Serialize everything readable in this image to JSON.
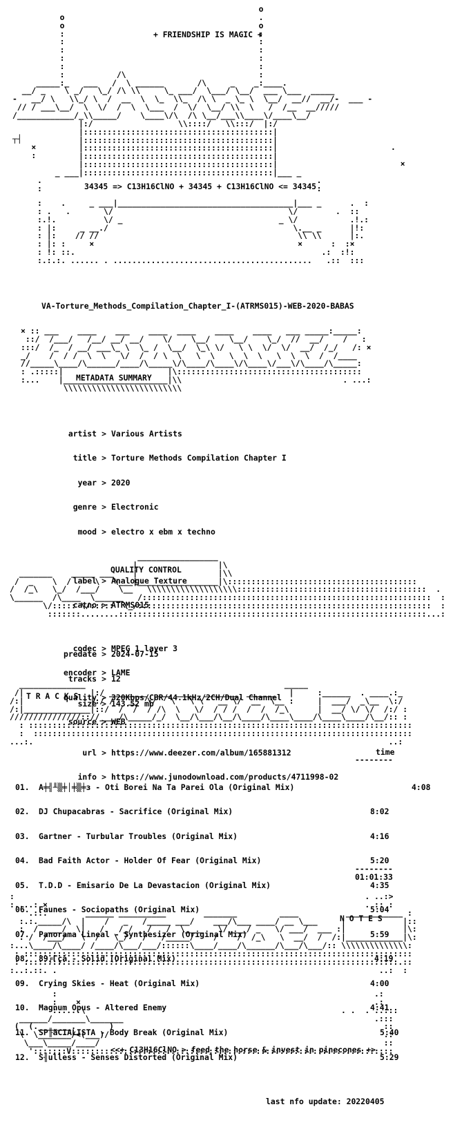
{
  "header": {
    "banner_text": "+ FRIENDSHIP IS MAGIC +",
    "formula_line": "34345 => C13H16ClNO + 34345 + C13H16ClNO <= 34345"
  },
  "release_name": "VA-Torture_Methods_Compilation_Chapter_I-(ATRMS015)-WEB-2020-BABAS",
  "metadata": {
    "section_title": "METADATA SUMMARY",
    "groups": [
      [
        {
          "key": "artist",
          "value": "Various Artists"
        },
        {
          "key": "title",
          "value": "Torture Methods Compilation Chapter I"
        },
        {
          "key": "year",
          "value": "2020"
        },
        {
          "key": "genre",
          "value": "Electronic"
        },
        {
          "key": "mood",
          "value": "electro x ebm x techno"
        }
      ],
      [
        {
          "key": "label",
          "value": "Analogue Texture"
        },
        {
          "key": "catno",
          "value": "ATRMS015"
        }
      ],
      [
        {
          "key": "predate",
          "value": "2024-07-15"
        },
        {
          "key": "tracks",
          "value": "12"
        },
        {
          "key": "size",
          "value": "143.52 mb"
        }
      ],
      [
        {
          "key": "url",
          "value": "https://www.deezer.com/album/165881312"
        },
        {
          "key": "info",
          "value": "https://www.junodownload.com/products/4711998-02"
        }
      ]
    ]
  },
  "quality": {
    "section_title": "QUALITY CONTROL",
    "rows": [
      {
        "key": "codec",
        "value": "MPEG 1 layer 3"
      },
      {
        "key": "encoder",
        "value": "LAME"
      },
      {
        "key": "quality",
        "value": "320Kbps/CBR/44.1kHz/2CH/Dual Channel"
      },
      {
        "key": "source",
        "value": "WEB"
      }
    ]
  },
  "tracks": {
    "section_title": "T R A C K S",
    "time_header": "time",
    "total": "01:01:33",
    "list": [
      {
        "num": "01.",
        "title": "A╪╣╨▒╪│╪▒╪з - Oti Borei Na Ta Parei Ola (Original Mix)",
        "time": "4:08"
      },
      {
        "num": "02.",
        "title": "DJ Chupacabras - Sacrifice (Original Mix)",
        "time": "8:02"
      },
      {
        "num": "03.",
        "title": "Gartner - Turbular Troubles (Original Mix)",
        "time": "4:16"
      },
      {
        "num": "04.",
        "title": "Bad Faith Actor - Holder Of Fear (Original Mix)",
        "time": "5:20"
      },
      {
        "num": "05.",
        "title": "T.D.D - Emisario De La Devastacion (Original Mix)",
        "time": "4:35"
      },
      {
        "num": "06.",
        "title": "Faunes - Sociopaths (Original Mix)",
        "time": "5:04"
      },
      {
        "num": "07.",
        "title": "Panorama Lineal - Synthesizer (Original Mix)",
        "time": "5:59"
      },
      {
        "num": "08.",
        "title": "89╒Γçá - Solid (Original Mix)",
        "time": "4:19"
      },
      {
        "num": "09.",
        "title": "Crying Skies - Heat (Original Mix)",
        "time": "4:00"
      },
      {
        "num": "10.",
        "title": "Magnum Opus - Altered Enemy",
        "time": "4:41"
      },
      {
        "num": "11.",
        "title": "SP╟äCIALISTA - Body Break (Original Mix)",
        "time": "5:40"
      },
      {
        "num": "12.",
        "title": "S╢ulless - Senses Distorted (Original Mix)",
        "time": "5:29"
      }
    ]
  },
  "notes": {
    "section_title": "N O T E S"
  },
  "footer": {
    "tagline": "<<+ C13H16ClNO > feed the horse & invest in pinecones +>",
    "last_update": "last nfo update: 20220405"
  }
}
